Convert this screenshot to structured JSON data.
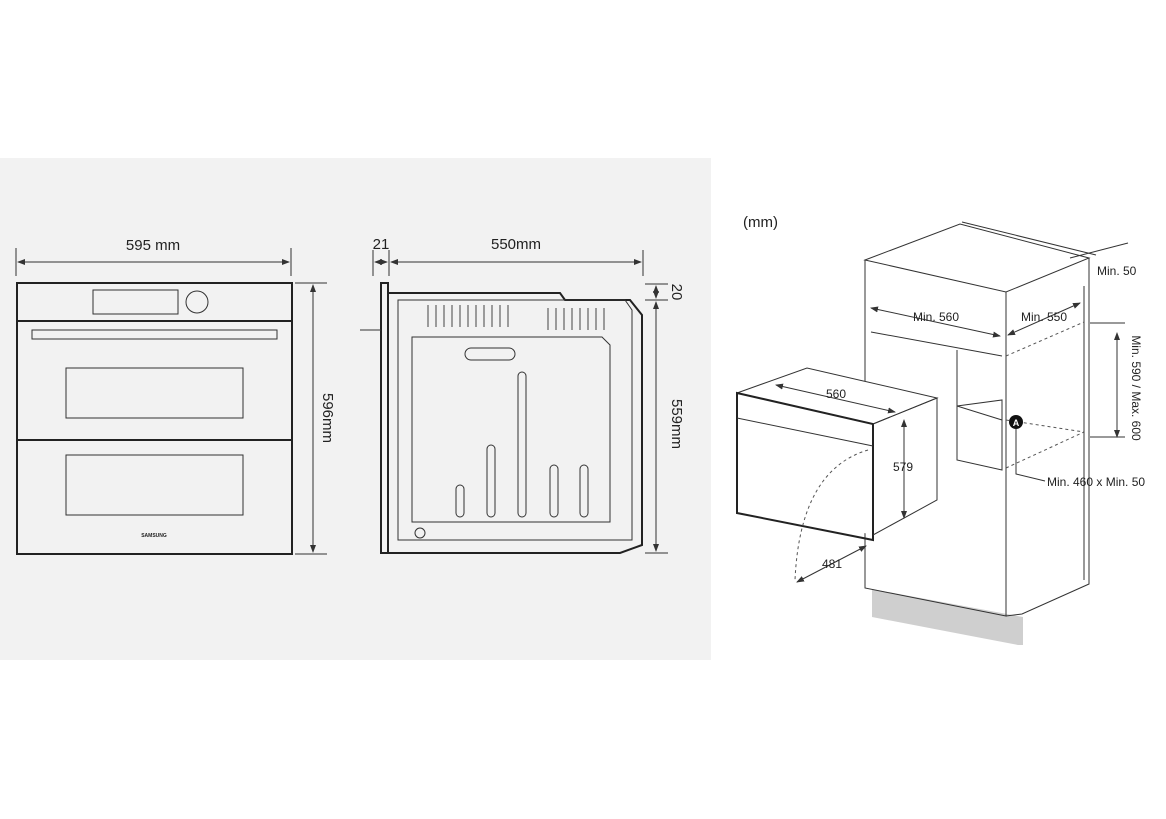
{
  "front_view": {
    "width_label": "595 mm",
    "height_label": "596mm",
    "brand": "SAMSUNG"
  },
  "side_view": {
    "door_depth_label": "21",
    "depth_label": "550mm",
    "top_offset_label": "20",
    "height_label": "559mm"
  },
  "installation": {
    "unit_label": "(mm)",
    "oven_width": "560",
    "oven_height": "579",
    "door_swing": "481",
    "cabinet_width": "Min. 560",
    "cabinet_depth": "Min. 550",
    "rear_gap": "Min. 50",
    "niche_height": "Min. 590 / Max. 600",
    "vent_marker": "A",
    "vent_size": "Min. 460 x Min. 50"
  },
  "colors": {
    "panel_bg": "#f2f2f2",
    "line": "#222222",
    "plinth": "#cfcfcf"
  }
}
